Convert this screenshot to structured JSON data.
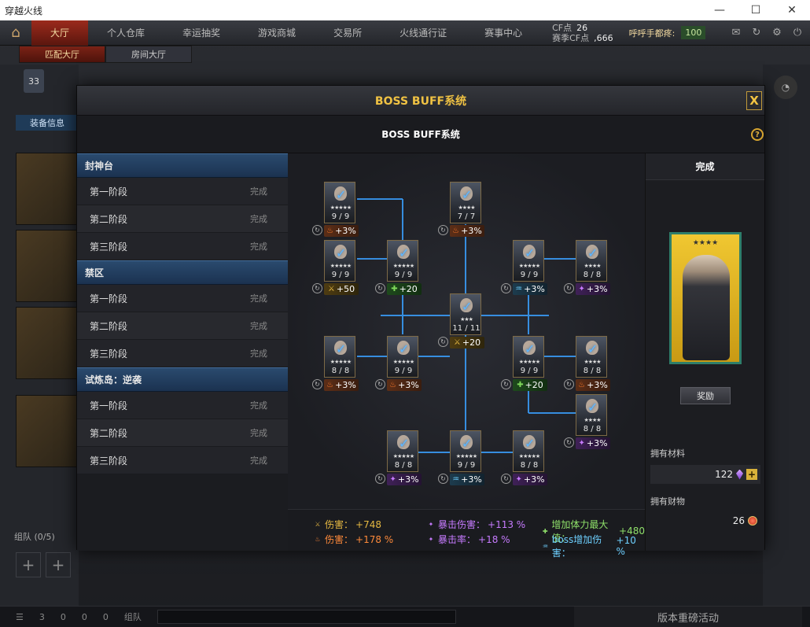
{
  "window": {
    "title": "穿越火线"
  },
  "topnav": {
    "items": [
      "大厅",
      "个人仓库",
      "幸运抽奖",
      "游戏商城",
      "交易所",
      "火线通行证",
      "赛事中心"
    ],
    "cf_label": "CF点",
    "cf_value": "26",
    "season_label": "赛季CF点",
    "season_value": ",666",
    "user_name": "呼呼手都疼:",
    "level": "100"
  },
  "subnav": {
    "items": [
      "匹配大厅",
      "房间大厅"
    ]
  },
  "background": {
    "team_label": "组队 (0/5)",
    "bottom_group": "组队",
    "event_text": "版本重磅活动",
    "counts": [
      "3",
      "0",
      "0",
      "0"
    ]
  },
  "modal": {
    "title": "BOSS BUFF系统",
    "subtitle": "BOSS BUFF系统",
    "close": "X",
    "help": "?"
  },
  "zones": [
    {
      "name": "封神台",
      "stages": [
        {
          "name": "第一阶段",
          "status": "完成"
        },
        {
          "name": "第二阶段",
          "status": "完成"
        },
        {
          "name": "第三阶段",
          "status": "完成"
        }
      ]
    },
    {
      "name": "禁区",
      "stages": [
        {
          "name": "第一阶段",
          "status": "完成"
        },
        {
          "name": "第二阶段",
          "status": "完成"
        },
        {
          "name": "第三阶段",
          "status": "完成"
        }
      ]
    },
    {
      "name": "试炼岛：逆袭",
      "stages": [
        {
          "name": "第一阶段",
          "status": "完成"
        },
        {
          "name": "第二阶段",
          "status": "完成"
        },
        {
          "name": "第三阶段",
          "status": "完成"
        }
      ]
    }
  ],
  "nodes": [
    {
      "count": "9 / 9",
      "stars": "★★★★★",
      "bonus": "+3%",
      "type": "fire"
    },
    {
      "count": "7 / 7",
      "stars": "★★★★",
      "bonus": "+3%",
      "type": "fire"
    },
    {
      "count": "9 / 9",
      "stars": "★★★★★",
      "bonus": "+50",
      "type": "gold"
    },
    {
      "count": "9 / 9",
      "stars": "★★★★★",
      "bonus": "+20",
      "type": "green"
    },
    {
      "count": "9 / 9",
      "stars": "★★★★★",
      "bonus": "+3%",
      "type": "blue"
    },
    {
      "count": "8 / 8",
      "stars": "★★★★",
      "bonus": "+3%",
      "type": "purple"
    },
    {
      "count": "11 / 11",
      "stars": "★★★",
      "bonus": "+20",
      "type": "gold"
    },
    {
      "count": "8 / 8",
      "stars": "★★★★★",
      "bonus": "+3%",
      "type": "fire"
    },
    {
      "count": "9 / 9",
      "stars": "★★★★★",
      "bonus": "+3%",
      "type": "fire"
    },
    {
      "count": "9 / 9",
      "stars": "★★★★★",
      "bonus": "+20",
      "type": "green"
    },
    {
      "count": "8 / 8",
      "stars": "★★★★",
      "bonus": "+3%",
      "type": "fire"
    },
    {
      "count": "8 / 8",
      "stars": "★★★★",
      "bonus": "+3%",
      "type": "purple"
    },
    {
      "count": "8 / 8",
      "stars": "★★★★★",
      "bonus": "+3%",
      "type": "purple"
    },
    {
      "count": "9 / 9",
      "stars": "★★★★★",
      "bonus": "+3%",
      "type": "blue"
    },
    {
      "count": "8 / 8",
      "stars": "★★★★★",
      "bonus": "+3%",
      "type": "purple"
    }
  ],
  "stats": [
    {
      "label": "伤害：",
      "value": "+748",
      "type": "gold"
    },
    {
      "label": "伤害：",
      "value": "+178 %",
      "type": "fire"
    },
    {
      "label": "暴击伤害：",
      "value": "+113 %",
      "type": "purple"
    },
    {
      "label": "暴击率：",
      "value": "+18 %",
      "type": "purple"
    },
    {
      "label": "增加体力最大值：",
      "value": "+480",
      "type": "green"
    },
    {
      "label": "boss增加伤害：",
      "value": "+10 %",
      "type": "blue"
    }
  ],
  "right_panel": {
    "status": "完成",
    "card_stars": "★★★★",
    "reward_button": "奖励",
    "materials_label": "拥有材料",
    "materials_value": "122",
    "assets_label": "拥有财物",
    "assets_value": "26"
  },
  "colors": {
    "title_gold": "#f0c243",
    "link_blue": "#3aa0ff",
    "zone_blue": "#2a4a6e"
  }
}
